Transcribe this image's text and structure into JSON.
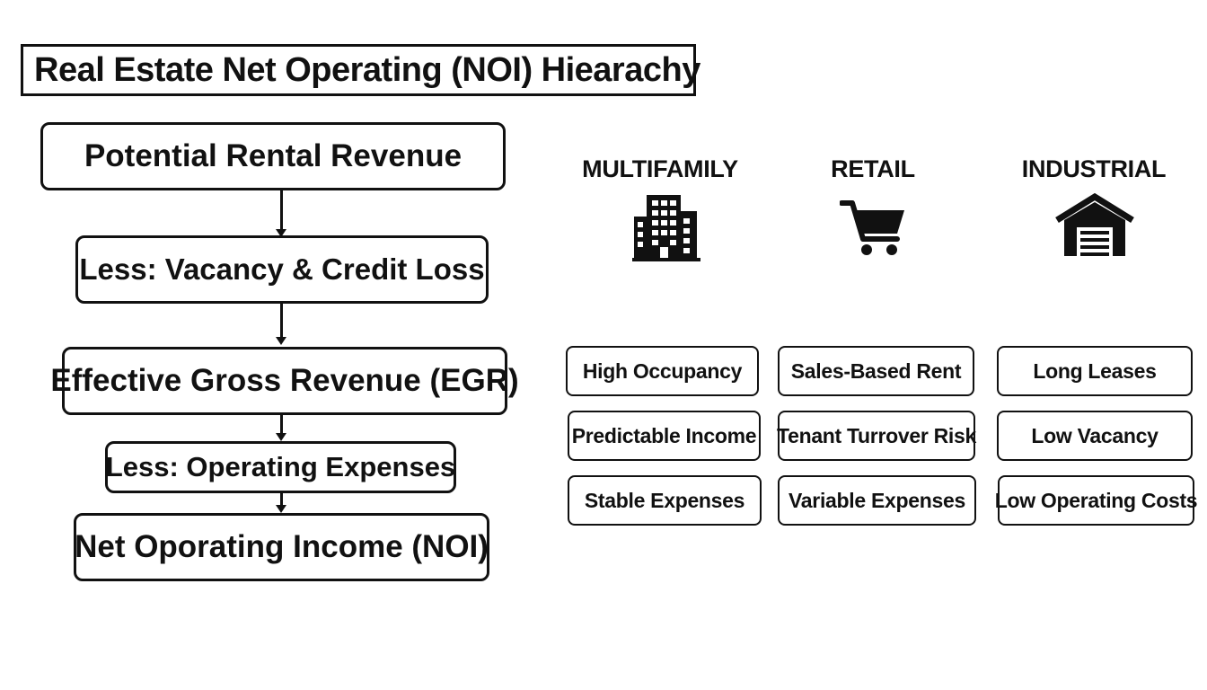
{
  "title": "Real Estate Net Operating (NOI) Hiearachy",
  "flow": [
    {
      "label": "Potential Rental Revenue"
    },
    {
      "label": "Less: Vacancy & Credit Loss"
    },
    {
      "label": "Effective Gross Revenue (EGR)"
    },
    {
      "label": "Less: Operating Expenses"
    },
    {
      "label": "Net Oporating Income (NOI)"
    }
  ],
  "categories": [
    {
      "name": "MULTIFAMILY",
      "icon": "apartment-building-icon",
      "traits": [
        "High Occupancy",
        "Predictable Income",
        "Stable Expenses"
      ]
    },
    {
      "name": "RETAIL",
      "icon": "shopping-cart-icon",
      "traits": [
        "Sales-Based Rent",
        "Tenant Turrover Risk",
        "Variable Expenses"
      ]
    },
    {
      "name": "INDUSTRIAL",
      "icon": "warehouse-icon",
      "traits": [
        "Long Leases",
        "Low Vacancy",
        "Low Operating Costs"
      ]
    }
  ]
}
